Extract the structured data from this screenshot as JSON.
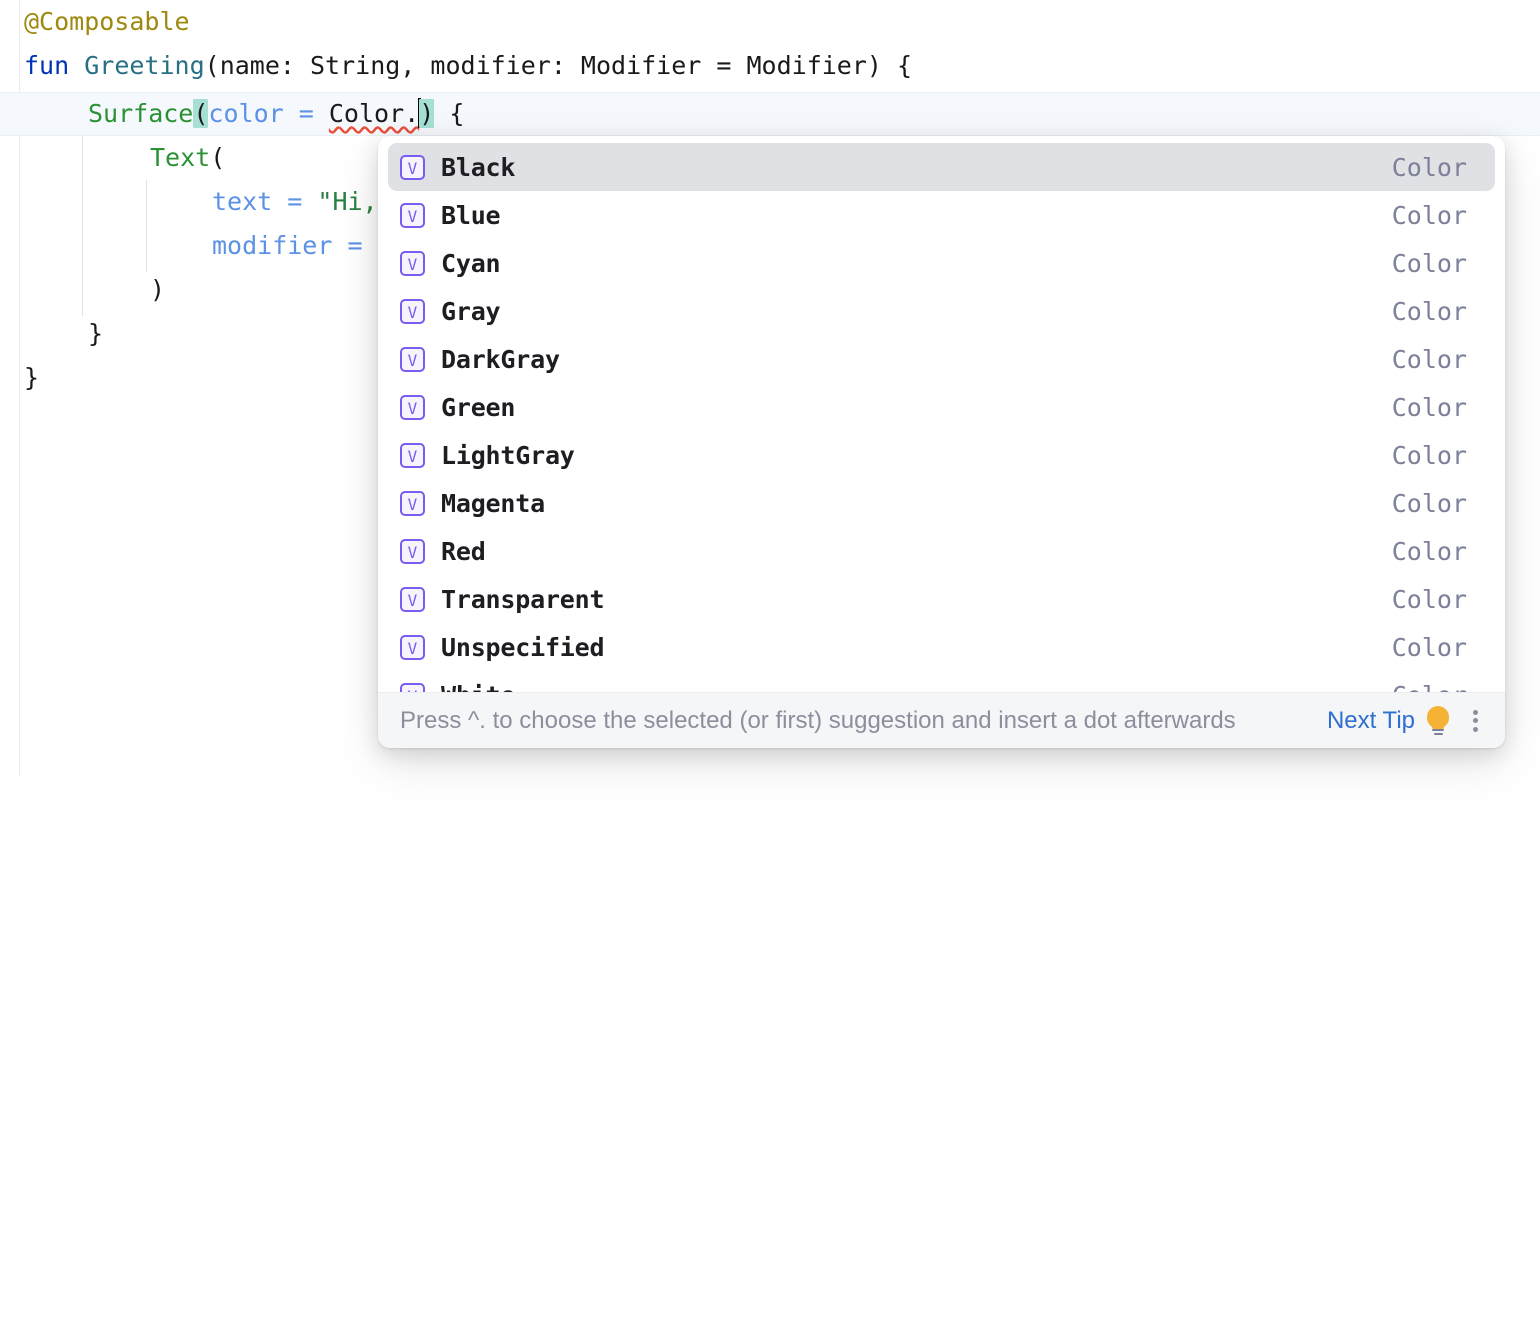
{
  "editor": {
    "language": "kotlin",
    "caret_line": 3,
    "lines": [
      {
        "indent": 0,
        "text": "@Composable"
      },
      {
        "indent": 0,
        "text": "fun Greeting(name: String, modifier: Modifier = Modifier) {"
      },
      {
        "indent": 1,
        "text": "Surface(color = Color.) {"
      },
      {
        "indent": 2,
        "text": "Text("
      },
      {
        "indent": 3,
        "text": "text = \"Hi,"
      },
      {
        "indent": 3,
        "text": "modifier ="
      },
      {
        "indent": 2,
        "text": ")"
      },
      {
        "indent": 1,
        "text": "}"
      },
      {
        "indent": 0,
        "text": "}"
      }
    ],
    "tokens": {
      "annotation": "@Composable",
      "keyword_fun": "fun",
      "function_name": "Greeting",
      "signature": "(name: String, modifier: Modifier = Modifier) {",
      "surface_call": "Surface",
      "open_paren": "(",
      "named_arg_color": "color",
      "equals": "=",
      "receiver": "Color.",
      "close_paren": ")",
      "brace_open": "{",
      "text_call": "Text",
      "named_arg_text": "text",
      "string_literal": "\"Hi,",
      "named_arg_modifier": "modifier",
      "close_call": ")",
      "brace_close_inner": "}",
      "brace_close_outer": "}"
    },
    "colors": {
      "annotation": "#9E880D",
      "keyword": "#0033B3",
      "function_declaration": "#286F85",
      "function_call": "#2A9134",
      "named_argument": "#5B92E5",
      "string": "#2A8040",
      "plain": "#1A1A1A",
      "current_line_background": "#F5F8FC",
      "bracket_match_background": "#A6E0D4",
      "error_squiggle": "#E8503A",
      "caret": "#000000"
    }
  },
  "completion_popup": {
    "icon_glyph": "V",
    "icon_color": "#7A5CF0",
    "selected_index": 0,
    "selected_background": "#DFE1E5",
    "type_label_color": "#7C8199",
    "items": [
      {
        "label": "Black",
        "type": "Color"
      },
      {
        "label": "Blue",
        "type": "Color"
      },
      {
        "label": "Cyan",
        "type": "Color"
      },
      {
        "label": "Gray",
        "type": "Color"
      },
      {
        "label": "DarkGray",
        "type": "Color"
      },
      {
        "label": "Green",
        "type": "Color"
      },
      {
        "label": "LightGray",
        "type": "Color"
      },
      {
        "label": "Magenta",
        "type": "Color"
      },
      {
        "label": "Red",
        "type": "Color"
      },
      {
        "label": "Transparent",
        "type": "Color"
      },
      {
        "label": "Unspecified",
        "type": "Color"
      },
      {
        "label": "White",
        "type": "Color"
      }
    ],
    "hint_bar": {
      "text": "Press ^. to choose the selected (or first) suggestion and insert a dot afterwards",
      "next_tip_label": "Next Tip",
      "next_tip_color": "#2F6FD0",
      "bulb_icon": "lightbulb-icon",
      "menu_icon": "kebab-menu-icon"
    }
  }
}
